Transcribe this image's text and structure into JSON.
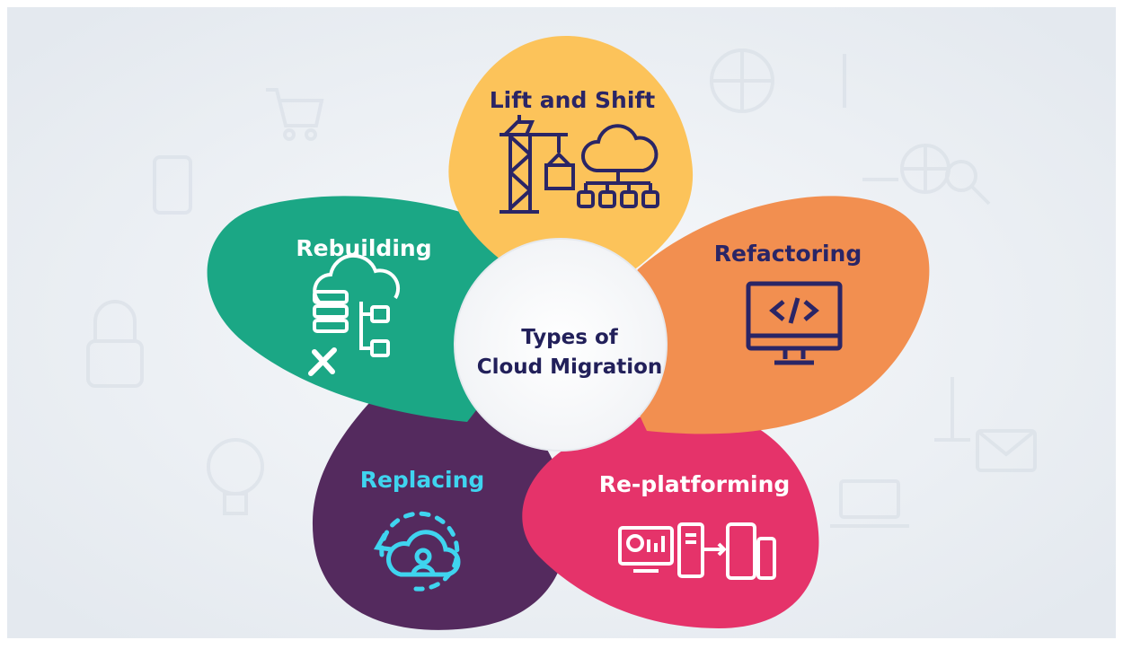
{
  "center": {
    "line1": "Types of",
    "line2": "Cloud Migration",
    "text_color": "#22205a",
    "fill": "#ffffff"
  },
  "petals": [
    {
      "id": "lift-and-shift",
      "label": "Lift and Shift",
      "color": "#fcc35a",
      "label_color": "#2a2566",
      "icon": "crane-cloud-network-icon"
    },
    {
      "id": "refactoring",
      "label": "Refactoring",
      "color": "#f28f50",
      "label_color": "#2a2566",
      "icon": "code-monitor-icon"
    },
    {
      "id": "re-platforming",
      "label": "Re-platforming",
      "color": "#e5336a",
      "label_color": "#ffffff",
      "icon": "devices-transfer-icon"
    },
    {
      "id": "replacing",
      "label": "Replacing",
      "color": "#542a5e",
      "label_color": "#3fd4ef",
      "icon": "cloud-user-refresh-icon"
    },
    {
      "id": "rebuilding",
      "label": "Rebuilding",
      "color": "#1ba785",
      "label_color": "#ffffff",
      "icon": "cloud-server-tools-icon"
    }
  ],
  "background": {
    "color": "#eaeef3",
    "frame": "#ffffff"
  }
}
